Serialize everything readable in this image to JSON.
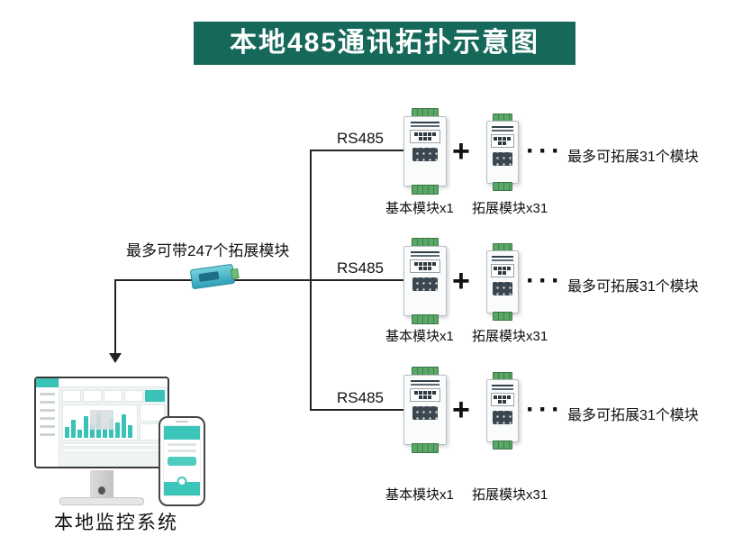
{
  "title": "本地485通讯拓扑示意图",
  "hub": {
    "capacity_label": "最多可带247个拓展模块"
  },
  "monitor": {
    "label": "本地监控系统"
  },
  "rows": [
    {
      "bus_label": "RS485",
      "plus": "+",
      "ellipsis": "···",
      "capacity": "最多可拓展31个模块",
      "base_label": "基本模块x1",
      "expansion_label": "拓展模块x31"
    },
    {
      "bus_label": "RS485",
      "plus": "+",
      "ellipsis": "···",
      "capacity": "最多可拓展31个模块",
      "base_label": "基本模块x1",
      "expansion_label": "拓展模块x31"
    },
    {
      "bus_label": "RS485",
      "plus": "+",
      "ellipsis": "···",
      "capacity": "最多可拓展31个模块",
      "base_label": "基本模块x1",
      "expansion_label": "拓展模块x31"
    }
  ],
  "colors": {
    "banner_bg": "#16695a",
    "banner_text": "#ffffff",
    "terminal_green": "#55a05f",
    "accent_teal": "#38c3b6",
    "line": "#222222"
  }
}
